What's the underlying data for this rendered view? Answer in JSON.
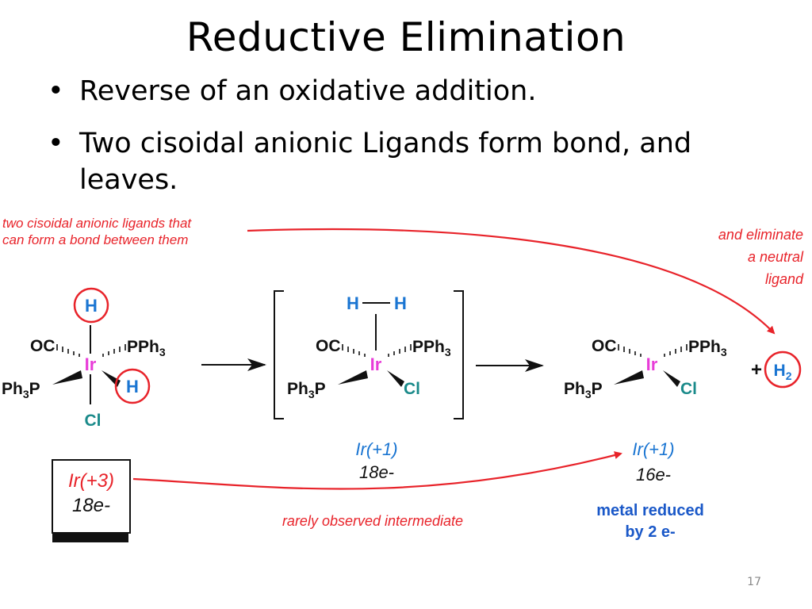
{
  "slide": {
    "title": "Reductive Elimination",
    "bullets": [
      "Reverse of an oxidative addition.",
      "Two cisoidal anionic Ligands form bond, and leaves."
    ],
    "page_number": "17"
  },
  "diagram": {
    "annotation_top_left": [
      "two cisoidal anionic ligands that",
      "can form a bond between them"
    ],
    "annotation_top_right": [
      "and eliminate",
      "a neutral",
      "ligand"
    ],
    "annotation_intermediate": "rarely observed intermediate",
    "reactant_state": [
      "Ir(+3)",
      "18e-"
    ],
    "intermediate_state": [
      "Ir(+1)",
      "18e-"
    ],
    "product_state": [
      "Ir(+1)",
      "16e-"
    ],
    "reduction_note": [
      "metal reduced",
      "by 2 e-"
    ],
    "metal": "Ir",
    "hydride": "H",
    "carbonyl": "OC",
    "phosphine_right": "PPh",
    "phosphine_left": "Ph",
    "phosphine_left_tail": "P",
    "sub3": "3",
    "sub2": "2",
    "chloride": "Cl",
    "plus": "+",
    "colors": {
      "red": "#e8232a",
      "blue": "#1a75d2",
      "magenta": "#e83cd8",
      "teal": "#1a8a8a"
    }
  }
}
